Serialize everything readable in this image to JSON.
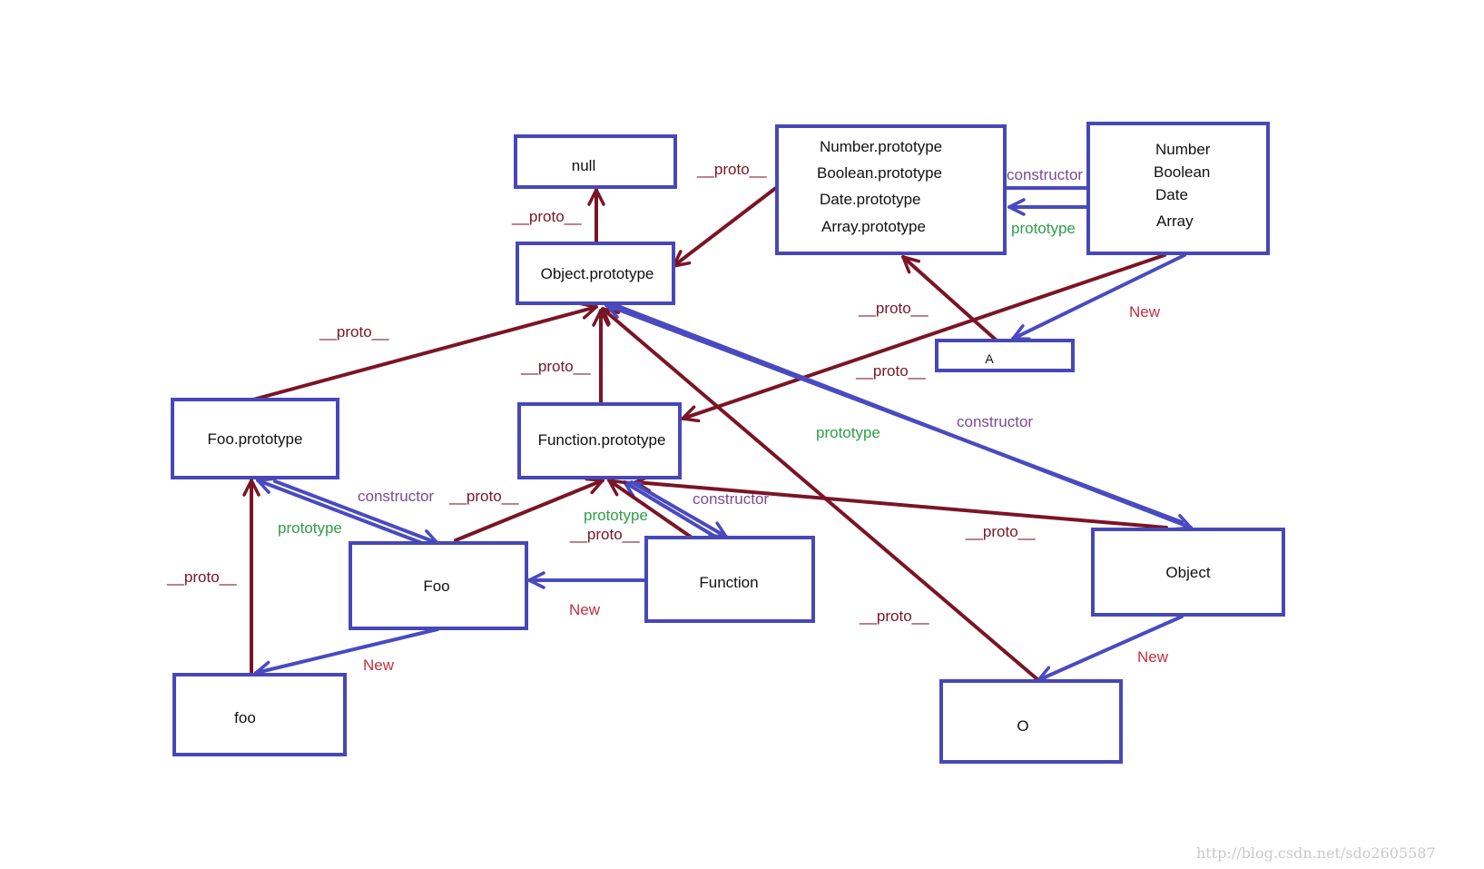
{
  "colors": {
    "box_border": "#4747b8",
    "proto_edge": "#7a1526",
    "blue_edge": "#4a4ac0",
    "label_proto": "#7a1526",
    "label_new": "#c2303e",
    "label_prototype": "#2e9e48",
    "label_constructor": "#7d4a90"
  },
  "nodes": {
    "null": {
      "lines": [
        "null"
      ]
    },
    "object_prototype": {
      "lines": [
        "Object.prototype"
      ]
    },
    "builtin_prototypes": {
      "lines": [
        "Number.prototype",
        "Boolean.prototype",
        "Date.prototype",
        "Array.prototype"
      ]
    },
    "builtin_constructors": {
      "lines": [
        "Number",
        "Boolean",
        "Date",
        "Array"
      ]
    },
    "a": {
      "lines": [
        "A"
      ]
    },
    "foo_prototype": {
      "lines": [
        "Foo.prototype"
      ]
    },
    "function_prototype": {
      "lines": [
        "Function.prototype"
      ]
    },
    "foo_ctor": {
      "lines": [
        "Foo"
      ]
    },
    "function_ctor": {
      "lines": [
        "Function"
      ]
    },
    "object_ctor": {
      "lines": [
        "Object"
      ]
    },
    "foo_instance": {
      "lines": [
        "foo"
      ]
    },
    "o_instance": {
      "lines": [
        "O"
      ]
    }
  },
  "labels": {
    "proto": "__proto__",
    "prototype": "prototype",
    "constructor": "constructor",
    "new": "New"
  },
  "watermark": "http://blog.csdn.net/sdo2605587"
}
